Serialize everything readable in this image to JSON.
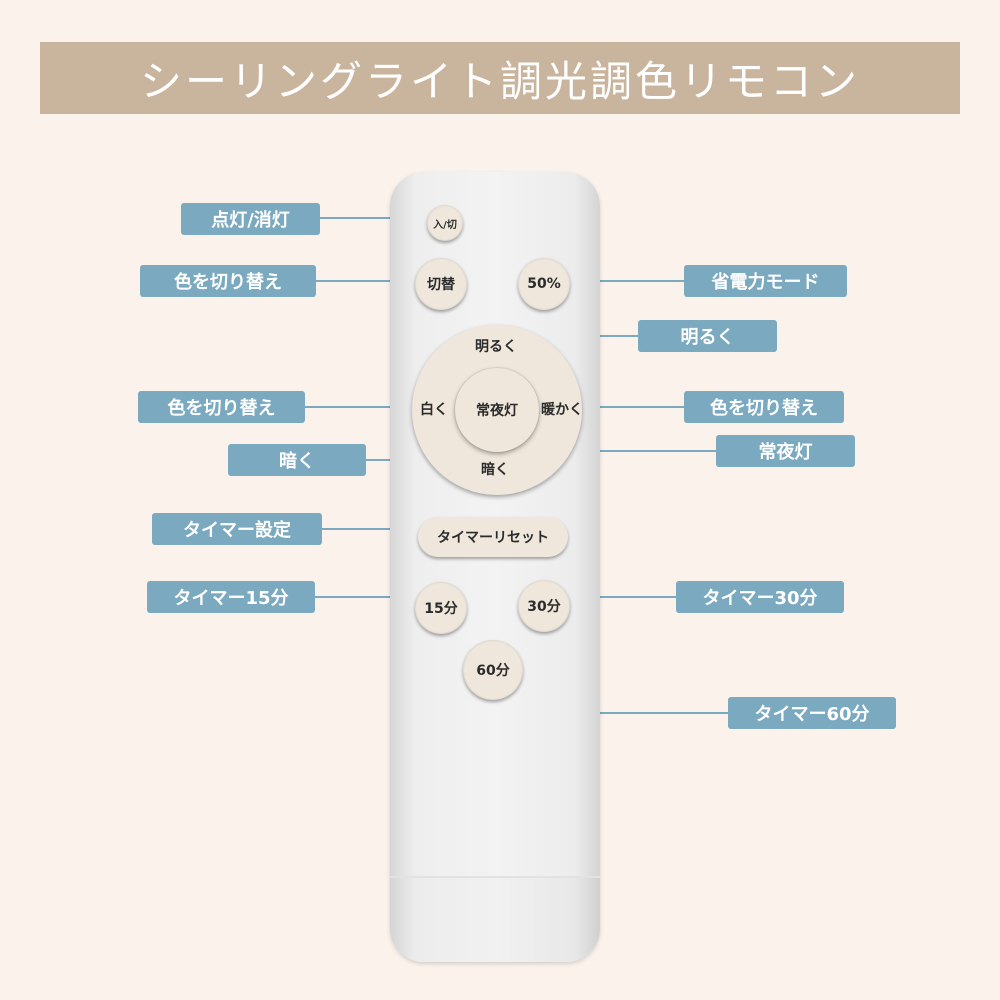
{
  "title": "シーリングライト調光調色リモコン",
  "remote": {
    "power": "入/切",
    "switch": "切替",
    "eco": "50%",
    "up": "明るく",
    "left": "白く",
    "center": "常夜灯",
    "right": "暖かく",
    "down": "暗く",
    "timer_reset": "タイマーリセット",
    "t15": "15分",
    "t30": "30分",
    "t60": "60分"
  },
  "callouts": {
    "power": "点灯/消灯",
    "switch_color": "色を切り替え",
    "eco_mode": "省電力モード",
    "brighter": "明るく",
    "left_color": "色を切り替え",
    "right_color": "色を切り替え",
    "night_light": "常夜灯",
    "darker": "暗く",
    "timer_setting": "タイマー設定",
    "timer15": "タイマー15分",
    "timer30": "タイマー30分",
    "timer60": "タイマー60分"
  },
  "colors": {
    "background": "#fbf2ec",
    "title_bar": "#c9b59e",
    "callout": "#7aa9c0",
    "button": "#efe7dc"
  }
}
